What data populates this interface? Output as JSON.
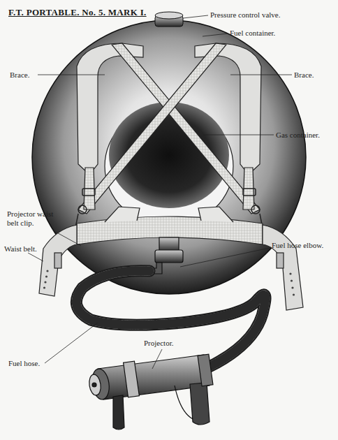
{
  "diagram": {
    "title": "F.T. PORTABLE. No. 5. MARK I.",
    "labels": [
      "Pressure control valve.",
      "Fuel container.",
      "Brace.",
      "Brace.",
      "Gas container.",
      "Projector waist belt clip.",
      "Waist belt.",
      "Fuel hose elbow.",
      "Fuel hose.",
      "Projector."
    ]
  }
}
